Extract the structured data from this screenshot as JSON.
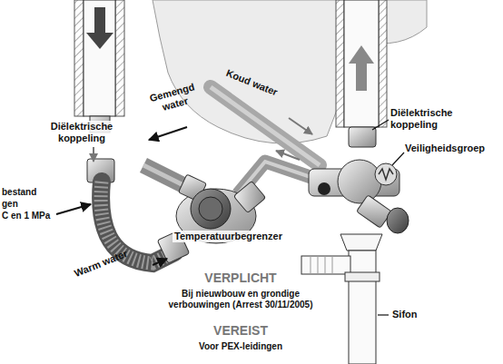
{
  "diagram": {
    "labels": [
      "Diëlektrische koppeling",
      "bestand",
      "gen",
      "C en 1 MPa",
      "Warm water",
      "Gemengd water",
      "Koud water",
      "Temperatuurbegrenzer",
      "Diëlektrische koppeling",
      "Veiligheidsgroep",
      "Sifon",
      "VERPLICHT",
      "Bij nieuwbouw en grondige verbouwingen (Arrest 30/11/2005)",
      "VEREIST",
      "Voor PEX-leidingen"
    ]
  }
}
